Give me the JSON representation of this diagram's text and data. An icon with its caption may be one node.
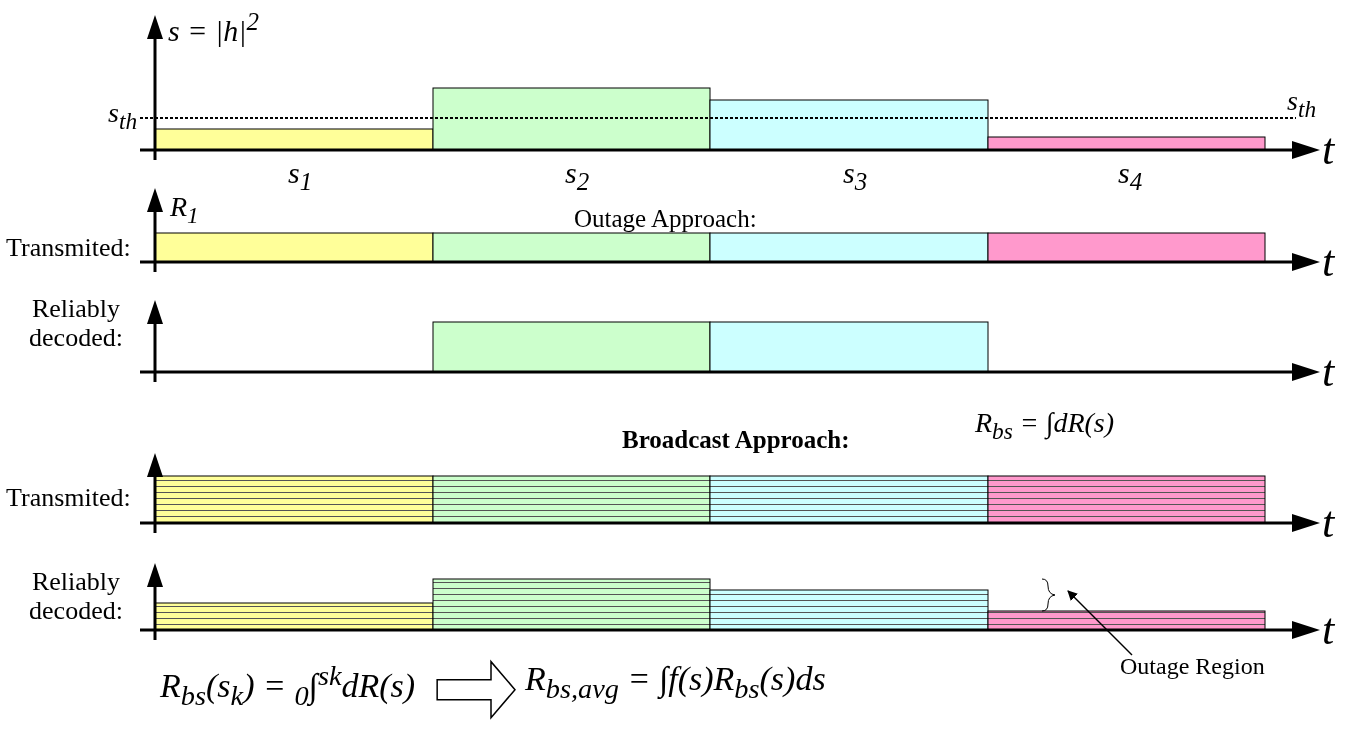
{
  "diagram": {
    "nodes": [
      {
        "text": [
          "R$_{bs}$(s$_{k}$) = $_{0}$∫$^{sk}$dR(s)"
        ]
      },
      {
        "text": [
          "R$_{bs,avg}$ = ∫f(s)R$_{bs}$(s)ds"
        ]
      },
      {
        "text": [
          "Outage Region"
        ]
      },
      {
        "text": [],
        "shape": "brace"
      }
    ],
    "edges": [
      {
        "from": 0,
        "to": 1,
        "arrow": "to"
      },
      {
        "from": 2,
        "to": 3,
        "arrow": "to"
      }
    ],
    "labels": [
      "s = |h|$^{2}$",
      "s$_{th}$",
      "s$_{th}$",
      "t",
      "s$_{1}$",
      "s$_{2}$",
      "s$_{3}$",
      "s$_{4}$",
      "R$_{1}$",
      "Outage Approach:",
      "Transmited:",
      "t",
      "Reliably decoded:",
      "t",
      "R$_{bs}$ = ∫dR(s)",
      "Broadcast Approach:",
      "Transmited:",
      "t",
      "Reliably decoded:",
      "t"
    ]
  }
}
